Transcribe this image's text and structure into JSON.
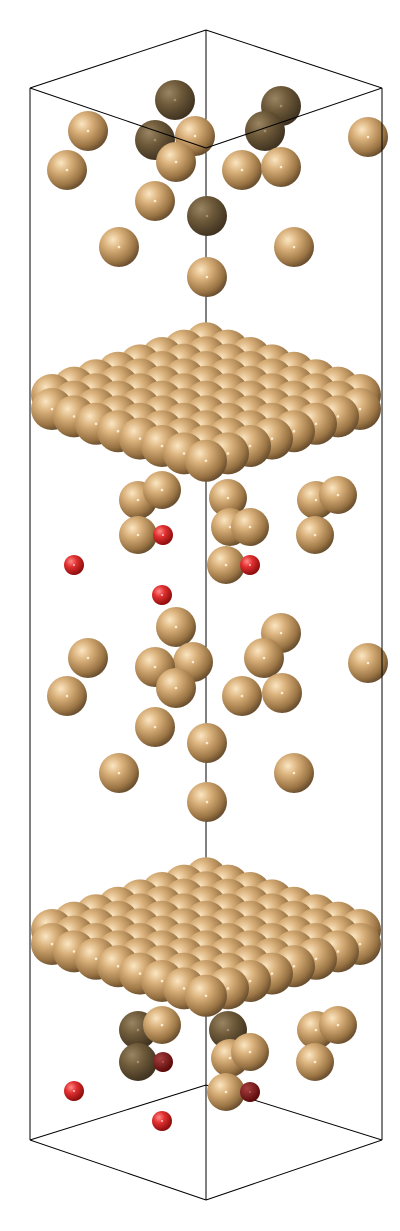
{
  "scene": {
    "kind": "3d-atomic-structure-render",
    "background": "#ffffff",
    "cell_edge_color": "#000000",
    "elements": [
      {
        "name": "large-atom",
        "color": "#d9b07a",
        "shade": "#9a7444",
        "dark": "#5e4a2e"
      },
      {
        "name": "small-atom",
        "color": "#e23030",
        "shade": "#9a1010",
        "dark": "#6a1010"
      }
    ],
    "slabs": 2,
    "small_atoms_visible": 8
  }
}
